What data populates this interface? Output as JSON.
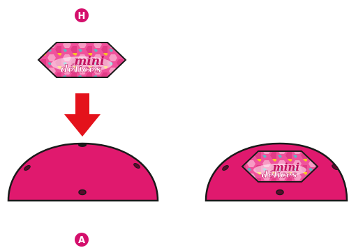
{
  "badges": {
    "lid_letter": "H",
    "base_letter": "A"
  },
  "label": {
    "line1": "mini",
    "line2": "délices"
  },
  "colors": {
    "magenta": "#e0196e",
    "badge": "#d40f6c",
    "arrow": "#e4121b",
    "label_bg": "#f0529c",
    "label_hex_a": "#f8a8cc",
    "label_hex_b": "#e23b86",
    "accent_yellow": "#f7d117",
    "accent_teal": "#4fc3c8",
    "stroke": "#1a1a1a"
  },
  "icons": {
    "arrow": "down-arrow-icon",
    "badge": "letter-badge-icon"
  }
}
